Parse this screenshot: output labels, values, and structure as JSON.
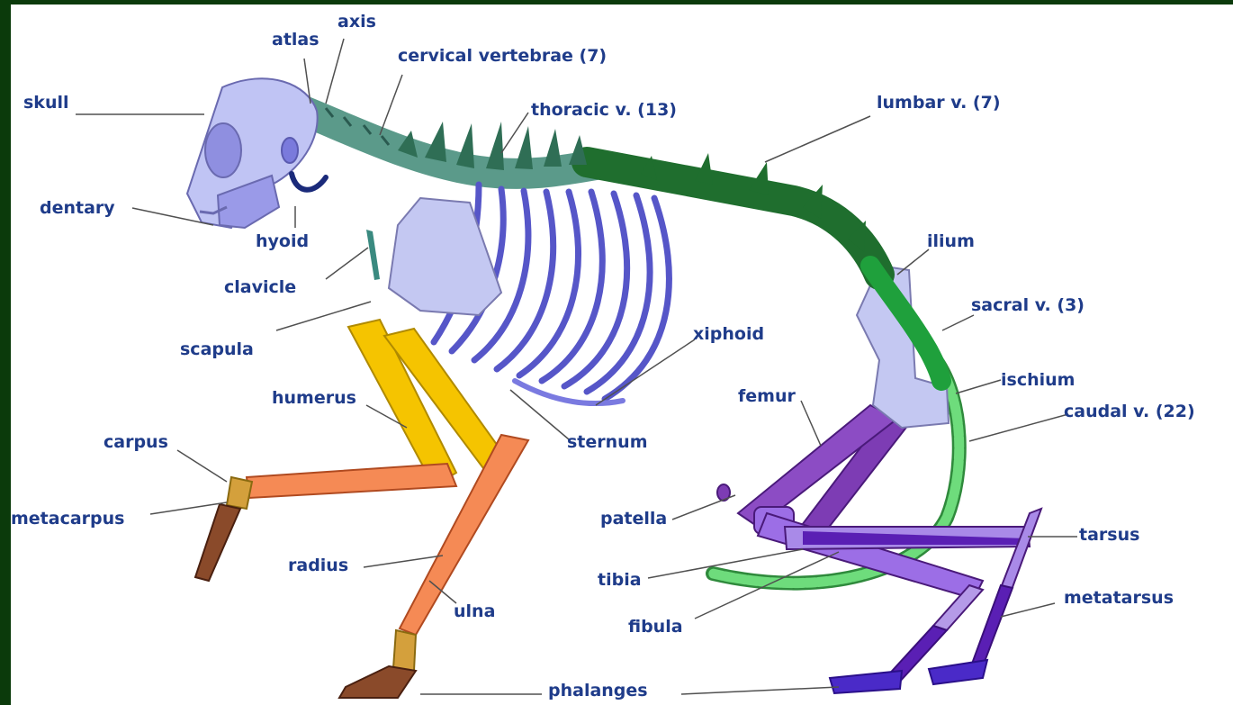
{
  "labels": {
    "atlas": "atlas",
    "axis": "axis",
    "cervical": "cervical vertebrae (7)",
    "skull": "skull",
    "thoracic": "thoracic v. (13)",
    "lumbar": "lumbar v. (7)",
    "dentary": "dentary",
    "hyoid": "hyoid",
    "ilium": "ilium",
    "clavicle": "clavicle",
    "sacral": "sacral v. (3)",
    "scapula": "scapula",
    "xiphoid": "xiphoid",
    "ischium": "ischium",
    "humerus": "humerus",
    "femur": "femur",
    "caudal": "caudal v. (22)",
    "carpus": "carpus",
    "sternum": "sternum",
    "metacarpus": "metacarpus",
    "patella": "patella",
    "tarsus": "tarsus",
    "radius": "radius",
    "tibia": "tibia",
    "metatarsus": "metatarsus",
    "ulna": "ulna",
    "fibula": "fibula",
    "phalanges": "phalanges"
  },
  "colors": {
    "background_border": "#0b3a0b",
    "label_text": "#1f3c8a",
    "skull": "#c0c4f4",
    "cervical": "#5b9a8a",
    "thoracic": "#2f6e55",
    "lumbar": "#1f6e2e",
    "sacral": "#1fa03c",
    "caudal": "#5ed66f",
    "ribs": "#5656c8",
    "scapula": "#c4c8f2",
    "humerus": "#f5c400",
    "forearm": "#f58a55",
    "carpus": "#d4a03c",
    "paw": "#8a4a2a",
    "femur": "#7d3cb4",
    "tibia": "#9c6ee6",
    "tarsus": "#5a1fb4"
  }
}
